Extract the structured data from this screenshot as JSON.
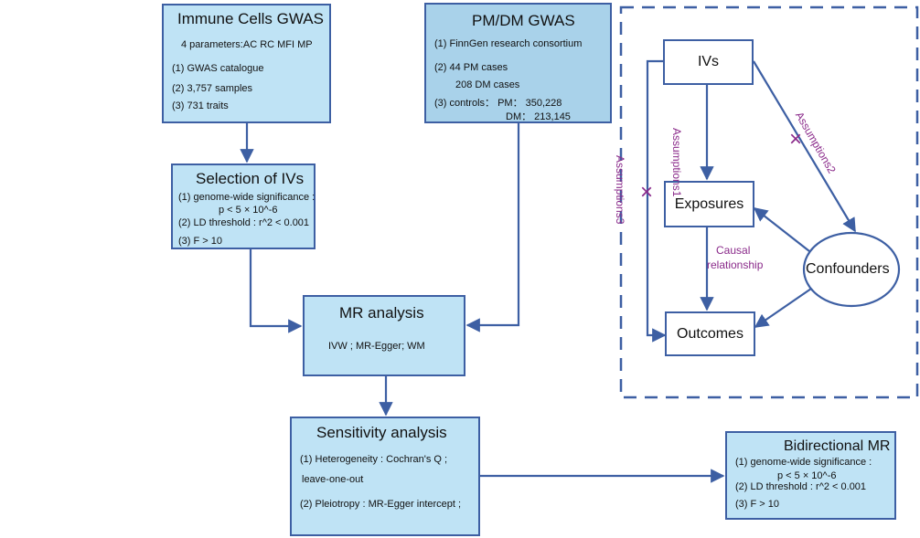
{
  "immune": {
    "title": "Immune Cells GWAS",
    "line1": "4 parameters:AC RC MFI MP",
    "line2": "(1)  GWAS catalogue",
    "line3": "(2)  3,757 samples",
    "line4": "(3)   731 traits"
  },
  "pmdm": {
    "title": "PM/DM GWAS",
    "line1": "(1)   FinnGen research consortium",
    "line2": "(2)   44 PM cases",
    "line3": "208 DM cases",
    "line4": "(3)   controls： PM： 350,228",
    "line5": "DM： 213,145"
  },
  "selection": {
    "title": "Selection of IVs",
    "line1": "(1) genome-wide significance :",
    "line2": "p < 5 × 10^-6",
    "line3": "(2) LD threshold : r^2 < 0.001",
    "line4": "(3)  F > 10"
  },
  "mr": {
    "title": "MR analysis",
    "line1": "IVW ; MR-Egger; WM"
  },
  "sensitivity": {
    "title": "Sensitivity analysis",
    "line1": "(1)   Heterogeneity : Cochran's Q ;",
    "line2": "leave-one-out",
    "line3": "(2)    Pleiotropy : MR-Egger intercept ;"
  },
  "bidirectional": {
    "title": "Bidirectional MR",
    "line1": "(1) genome-wide significance :",
    "line2": "p < 5 × 10^-6",
    "line3": "(2) LD threshold : r^2 < 0.001",
    "line4": "(3)  F > 10"
  },
  "dag": {
    "ivs": "IVs",
    "exposures": "Exposures",
    "outcomes": "Outcomes",
    "confounders": "Confounders",
    "causal1": "Causal",
    "causal2": "relationship",
    "assumption1": "Assumptions1",
    "assumption2": "Assumptions2",
    "assumption3": "Assumptions3",
    "cross": "×"
  },
  "colors": {
    "line": "#3d5fa3",
    "box_light": "#bfe3f5",
    "box_mid": "#a9d2ea",
    "annotation": "#8a2a8a"
  }
}
